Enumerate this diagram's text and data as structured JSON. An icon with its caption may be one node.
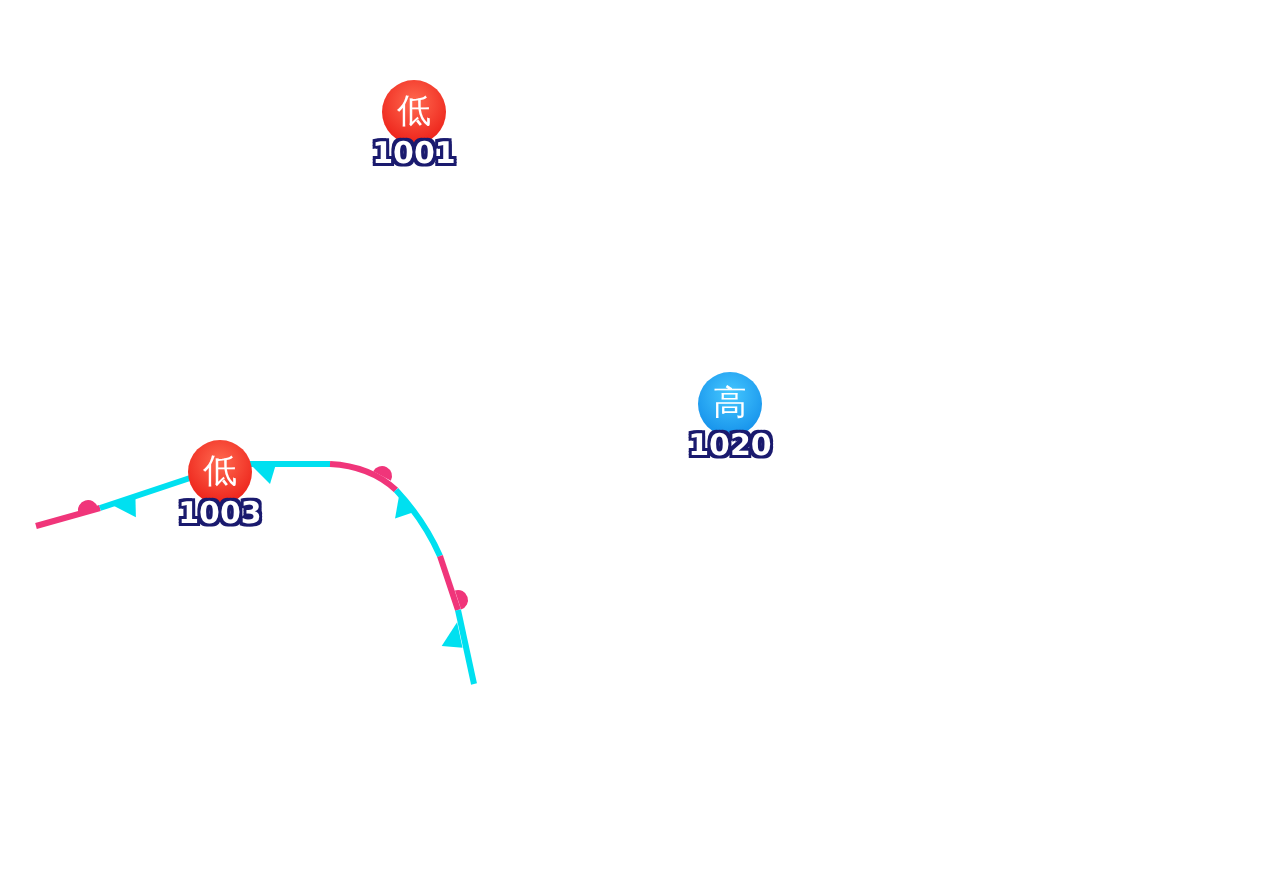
{
  "diagram": {
    "nodes": [
      {
        "text": [
          "低"
        ],
        "beside": [
          "1001"
        ]
      },
      {
        "text": [
          "高"
        ],
        "beside": [
          "1020"
        ]
      },
      {
        "text": [
          "低"
        ],
        "beside": [
          "1003"
        ]
      }
    ]
  }
}
